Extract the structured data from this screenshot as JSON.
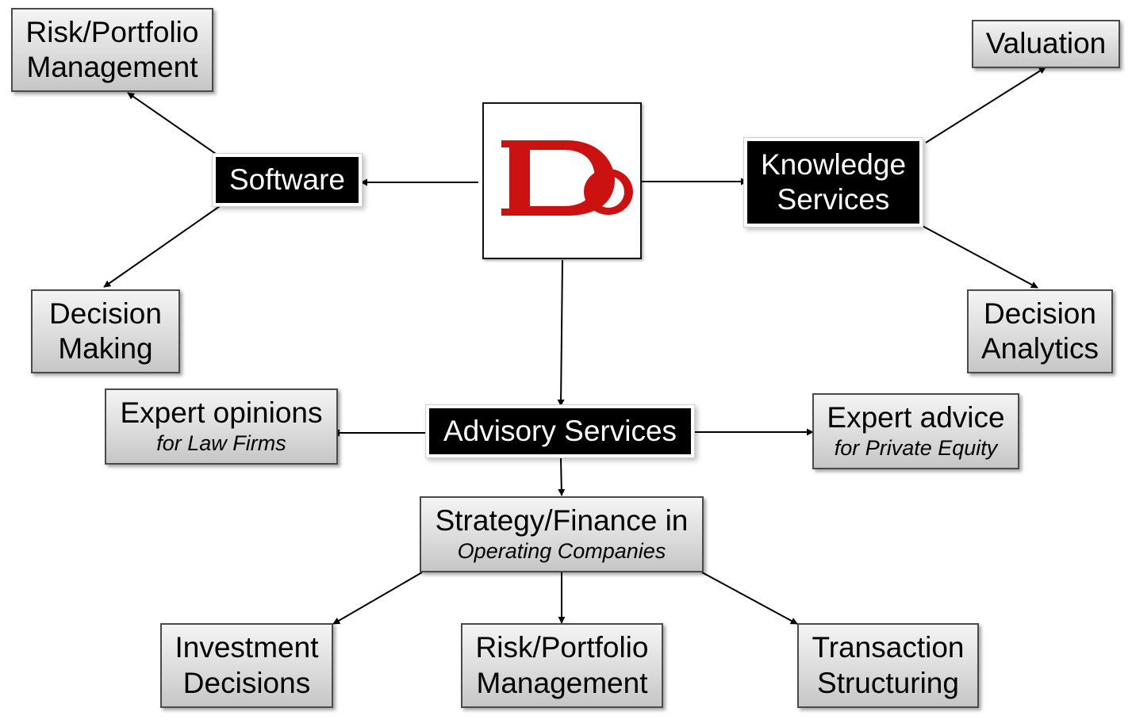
{
  "brand": {
    "color": "#cc1111",
    "logo_letters": "Do"
  },
  "hubs": {
    "software": "Software",
    "knowledge": [
      "Knowledge",
      "Services"
    ],
    "advisory": "Advisory Services"
  },
  "software_branch": {
    "risk": [
      "Risk/Portfolio",
      "Management"
    ],
    "decision": [
      "Decision",
      "Making"
    ]
  },
  "knowledge_branch": {
    "valuation": "Valuation",
    "analytics": [
      "Decision",
      "Analytics"
    ]
  },
  "advisory_branch": {
    "expert_opinions": {
      "title": "Expert opinions",
      "subtitle": "for Law Firms"
    },
    "expert_advice": {
      "title": "Expert advice",
      "subtitle": "for Private Equity"
    },
    "strategy": {
      "title": "Strategy/Finance in",
      "subtitle": "Operating Companies"
    }
  },
  "strategy_branch": {
    "investment": [
      "Investment",
      "Decisions"
    ],
    "risk": [
      "Risk/Portfolio",
      "Management"
    ],
    "transaction": [
      "Transaction",
      "Structuring"
    ]
  }
}
